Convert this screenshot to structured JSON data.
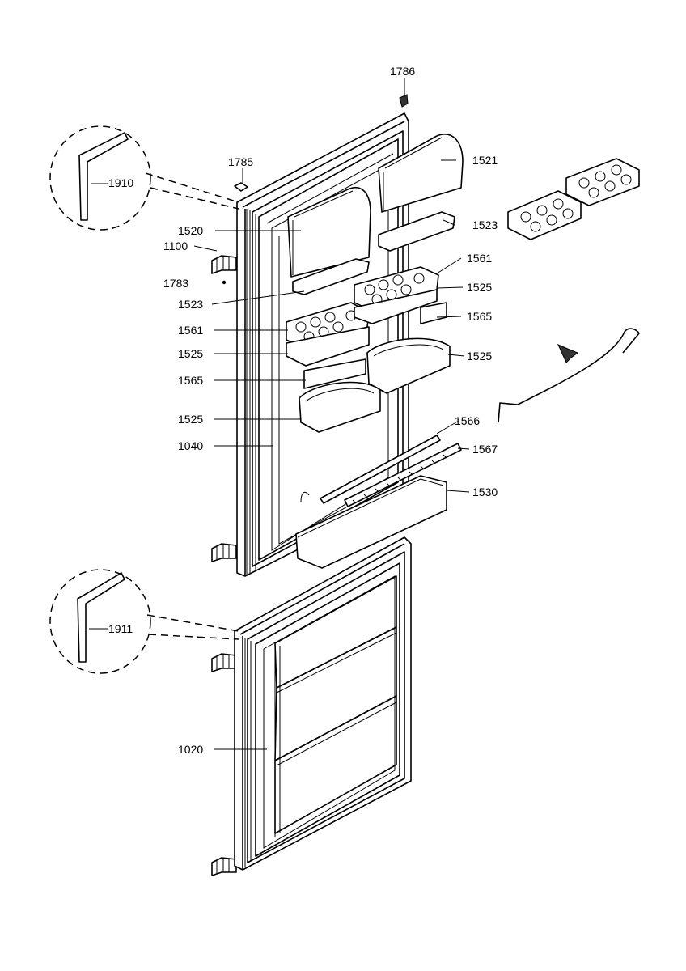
{
  "labels": {
    "door_upper": "1040",
    "door_lower": "1020",
    "hinge": "1100",
    "screw": "1783",
    "cap_bottom": "1785",
    "cap_top": "1786",
    "gasket_upper": "1910",
    "gasket_lower": "1911",
    "cover_left": "1520",
    "cover_right": "1521",
    "rack_left": "1523",
    "rack_right": "1523",
    "egg_tray_right": "1561",
    "egg_tray_left": "1561",
    "shelf_r1": "1525",
    "shelf_l1": "1525",
    "shelf_r2": "1525",
    "shelf_l2": "1525",
    "divider_right": "1565",
    "divider_left": "1565",
    "bottle_clip": "1566",
    "bottle_rail": "1567",
    "bottle_shelf": "1530"
  }
}
